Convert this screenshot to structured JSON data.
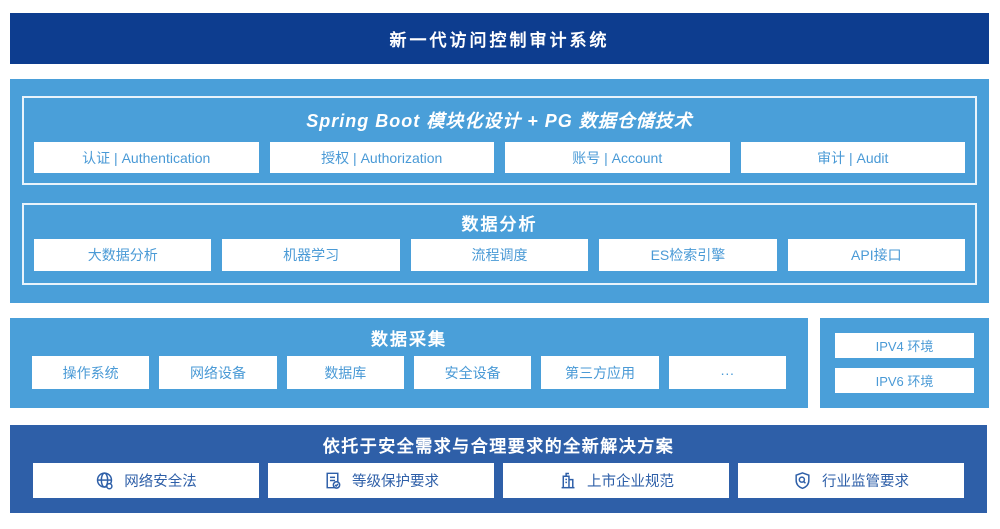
{
  "banner": {
    "title": "新一代访问控制审计系统"
  },
  "platform": {
    "module_section": {
      "title": "Spring Boot 模块化设计 + PG 数据仓储技术",
      "items": [
        "认证 | Authentication",
        "授权 | Authorization",
        "账号 | Account",
        "审计 | Audit"
      ]
    },
    "analysis_section": {
      "title": "数据分析",
      "items": [
        "大数据分析",
        "机器学习",
        "流程调度",
        "ES检索引擎",
        "API接口"
      ]
    }
  },
  "collection_section": {
    "title": "数据采集",
    "items": [
      "操作系统",
      "网络设备",
      "数据库",
      "安全设备",
      "第三方应用",
      "···"
    ]
  },
  "environment_section": {
    "items": [
      "IPV4 环境",
      "IPV6 环境"
    ]
  },
  "solution_section": {
    "title": "依托于安全需求与合理要求的全新解决方案",
    "items": [
      {
        "icon": "globe-icon",
        "label": "网络安全法"
      },
      {
        "icon": "document-check-icon",
        "label": "等级保护要求"
      },
      {
        "icon": "building-icon",
        "label": "上市企业规范"
      },
      {
        "icon": "shield-search-icon",
        "label": "行业监管要求"
      }
    ]
  },
  "colors": {
    "banner_navy": "#0d3d8f",
    "section_light_blue": "#4a9fd9",
    "solution_navy": "#2e5fa8",
    "chip_text_blue": "#4a9ad6",
    "white": "#ffffff"
  }
}
